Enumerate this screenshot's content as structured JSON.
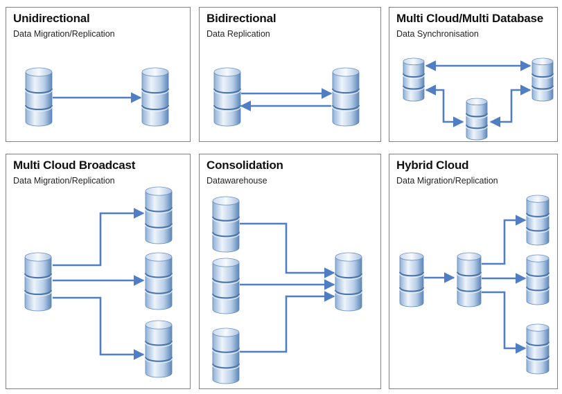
{
  "panels": [
    {
      "key": "unidirectional",
      "title": "Unidirectional",
      "subtitle": "Data Migration/Replication"
    },
    {
      "key": "bidirectional",
      "title": "Bidirectional",
      "subtitle": "Data Replication"
    },
    {
      "key": "multi-cloud-multi-database",
      "title": "Multi Cloud/Multi Database",
      "subtitle": "Data Synchronisation"
    },
    {
      "key": "multi-cloud-broadcast",
      "title": "Multi Cloud Broadcast",
      "subtitle": "Data Migration/Replication"
    },
    {
      "key": "consolidation",
      "title": "Consolidation",
      "subtitle": "Datawarehouse"
    },
    {
      "key": "hybrid-cloud",
      "title": "Hybrid Cloud",
      "subtitle": "Data Migration/Replication"
    }
  ],
  "colors": {
    "arrow": "#4f7ec4",
    "db_light": "#eef4fb",
    "db_mid": "#b3cbe6",
    "db_dark": "#5d86b8",
    "border": "#7f7f7f"
  },
  "icons": {
    "database": "database-icon",
    "arrow": "arrow"
  }
}
